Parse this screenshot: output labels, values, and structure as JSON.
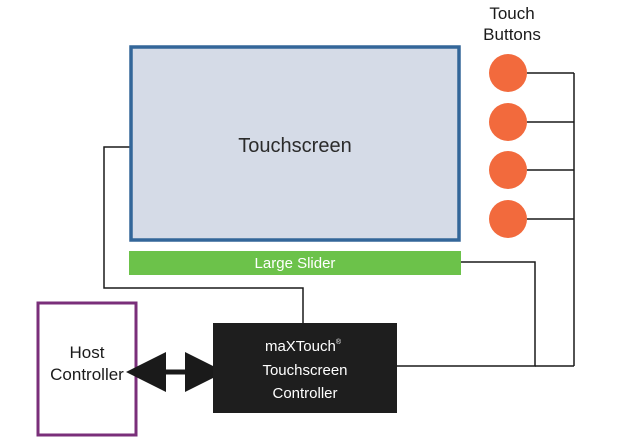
{
  "touchscreen": {
    "label": "Touchscreen",
    "fill": "#d5dbe7",
    "border": "#336699"
  },
  "slider": {
    "label": "Large Slider",
    "fill": "#6cc24a"
  },
  "touch_buttons": {
    "label_line1": "Touch",
    "label_line2": "Buttons",
    "count": 4,
    "fill": "#f26a3d"
  },
  "host_controller": {
    "label_line1": "Host",
    "label_line2": "Controller",
    "border": "#7a2f7a"
  },
  "touch_controller": {
    "label_line1": "maXTouch",
    "registered_mark": "®",
    "label_line2": "Touchscreen",
    "label_line3": "Controller",
    "fill": "#1e1e1e"
  }
}
